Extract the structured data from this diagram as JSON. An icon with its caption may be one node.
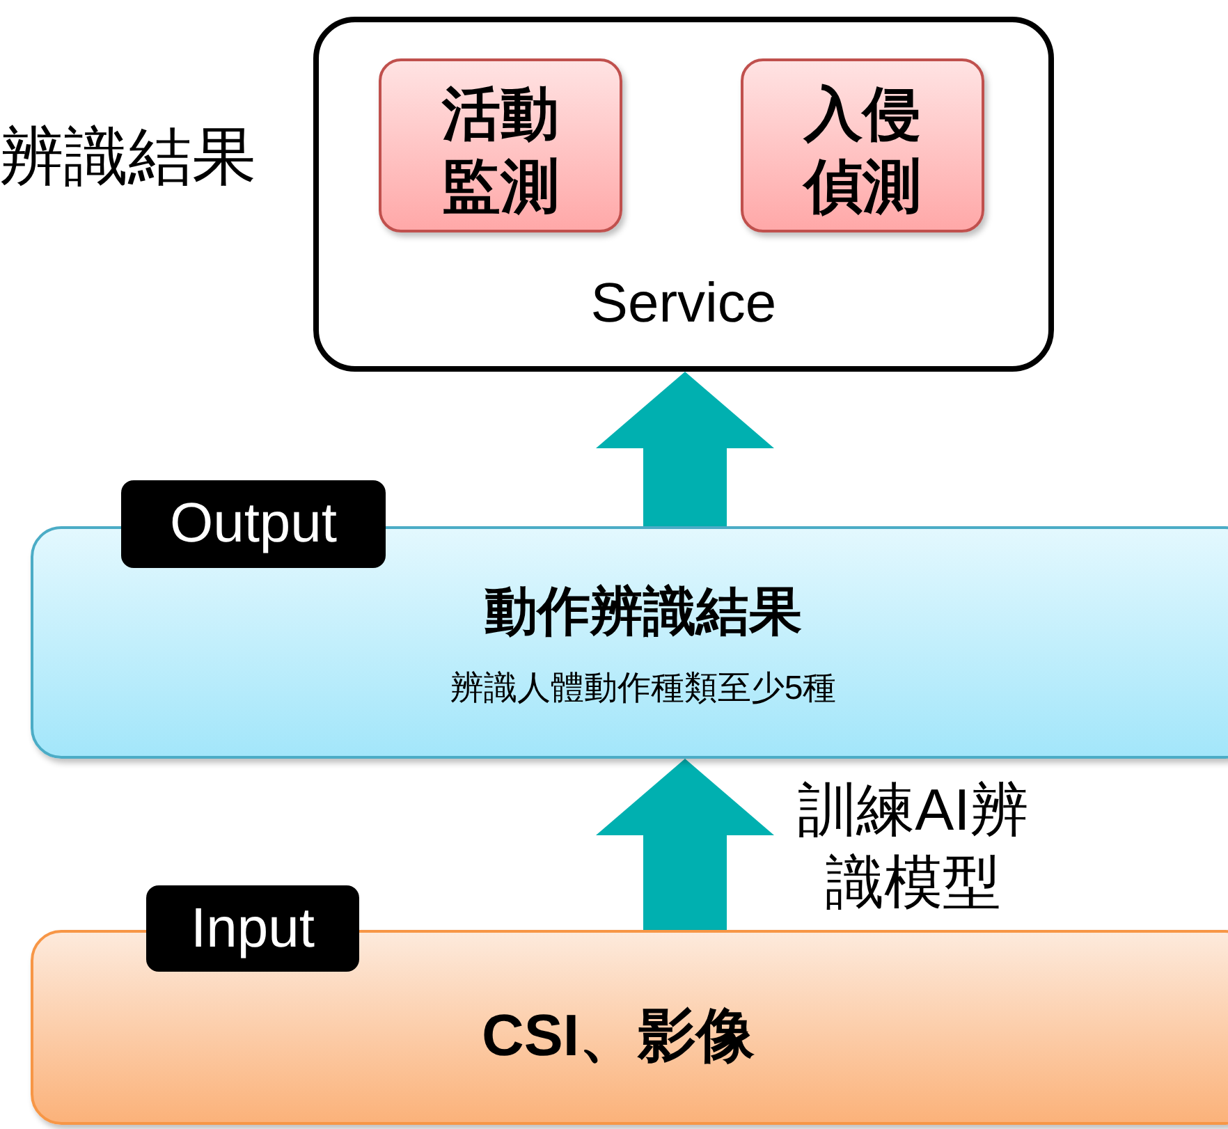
{
  "diagram": {
    "nodes": [
      {
        "text": [
          "Service"
        ],
        "beside": [
          "辨識結果"
        ]
      },
      {
        "text": [
          "活動監測"
        ],
        "in": 0
      },
      {
        "text": [
          "入侵偵測"
        ],
        "in": 0
      },
      {
        "text": [
          "Output"
        ]
      },
      {
        "text": [
          "動作辨識結果",
          "辨識人體動作種類至少5種"
        ]
      },
      {
        "text": [
          "Input"
        ]
      },
      {
        "text": [
          "CSI、影像"
        ]
      }
    ],
    "edges": [
      {
        "from": 6,
        "to": 4,
        "arrow": "to",
        "label": "訓練AI辨識模型"
      },
      {
        "from": 4,
        "to": 0,
        "arrow": "to"
      }
    ]
  }
}
